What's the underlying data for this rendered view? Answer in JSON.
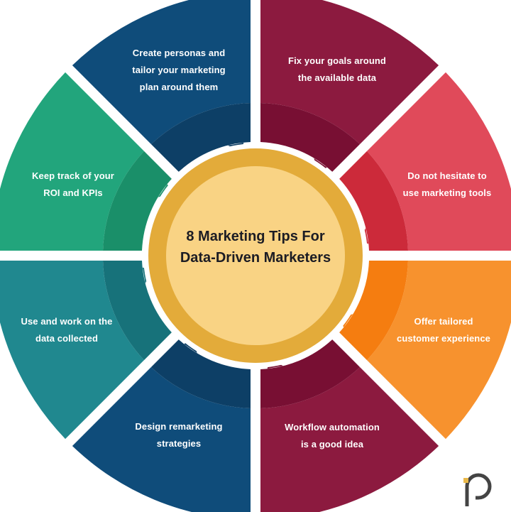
{
  "title": {
    "line1": "8 Marketing Tips For",
    "line2": "Data-Driven Marketers"
  },
  "tips": [
    {
      "id": "personas",
      "line1": "Create personas and",
      "line2": "tailor your marketing",
      "line3": "plan around them",
      "color": "#0f4c7a",
      "inner": "#0d3f66"
    },
    {
      "id": "goals",
      "line1": "Fix your goals around",
      "line2": "the available data",
      "color": "#8c1a3f",
      "inner": "#780f33"
    },
    {
      "id": "tools",
      "line1": "Do not hesitate to",
      "line2": "use marketing tools",
      "color": "#e04a5a",
      "inner": "#cc2a3a"
    },
    {
      "id": "experience",
      "line1": "Offer tailored",
      "line2": "customer experience",
      "color": "#f7922e",
      "inner": "#f57d10"
    },
    {
      "id": "automation",
      "line1": "Workflow automation",
      "line2": "is a good idea",
      "color": "#8c1a3f",
      "inner": "#780f33"
    },
    {
      "id": "remarketing",
      "line1": "Design remarketing",
      "line2": "strategies",
      "color": "#0f4c7a",
      "inner": "#0d3f66"
    },
    {
      "id": "data",
      "line1": "Use and work on the",
      "line2": "data collected",
      "color": "#20888f",
      "inner": "#17727a"
    },
    {
      "id": "roi",
      "line1": "Keep track of your",
      "line2": "ROI and KPIs",
      "color": "#22a57c",
      "inner": "#1a8f69"
    }
  ],
  "colors": {
    "gold_ring": "#e3ab3a",
    "yellow_disc": "#f9d384",
    "logo_gray": "#444444",
    "logo_dot": "#e9b84a"
  }
}
